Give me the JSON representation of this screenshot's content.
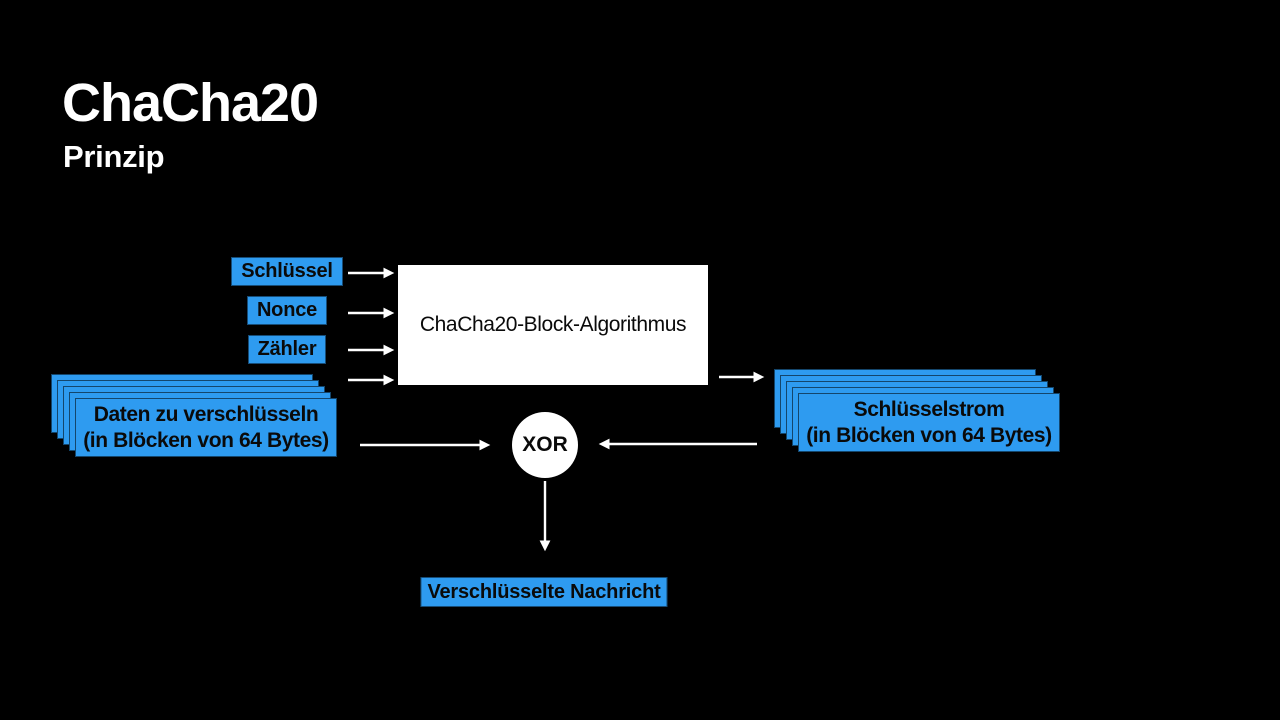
{
  "colors": {
    "bg": "#000000",
    "accent": "#2E9BF0",
    "ink": "#0a0a0a",
    "paper": "#ffffff",
    "arrow": "#ffffff"
  },
  "header": {
    "title": "ChaCha20",
    "subtitle": "Prinzip"
  },
  "inputs": [
    {
      "label": "Schlüssel"
    },
    {
      "label": "Nonce"
    },
    {
      "label": "Zähler"
    }
  ],
  "block": {
    "label": "ChaCha20-Block-Algorithmus"
  },
  "plaintext_stack": {
    "line1": "Daten zu verschlüsseln",
    "line2": "(in Blöcken von 64 Bytes)",
    "card_count": 5
  },
  "keystream_stack": {
    "line1": "Schlüsselstrom",
    "line2": "(in Blöcken von 64 Bytes)",
    "card_count": 5
  },
  "xor": {
    "label": "XOR"
  },
  "output": {
    "label": "Verschlüsselte Nachricht"
  }
}
